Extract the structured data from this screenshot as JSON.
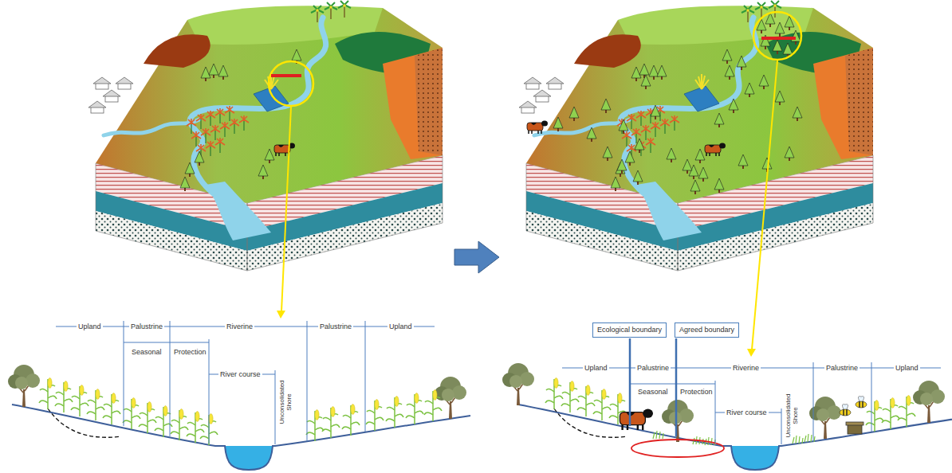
{
  "diagram": {
    "nodes": [
      {
        "text": [
          "Ecological boundary"
        ]
      },
      {
        "text": [
          "Agreed boundary"
        ]
      }
    ],
    "labels": [
      "Upland",
      "Palustrine",
      "Riverine",
      "Palustrine",
      "Upland",
      "Seasonal",
      "Protection",
      "River course",
      "Unconsolidated Shore",
      "Upland",
      "Palustrine",
      "Riverine",
      "Palustrine",
      "Upland",
      "Seasonal",
      "Protection",
      "River course",
      "Unconsolidated Shore"
    ]
  }
}
